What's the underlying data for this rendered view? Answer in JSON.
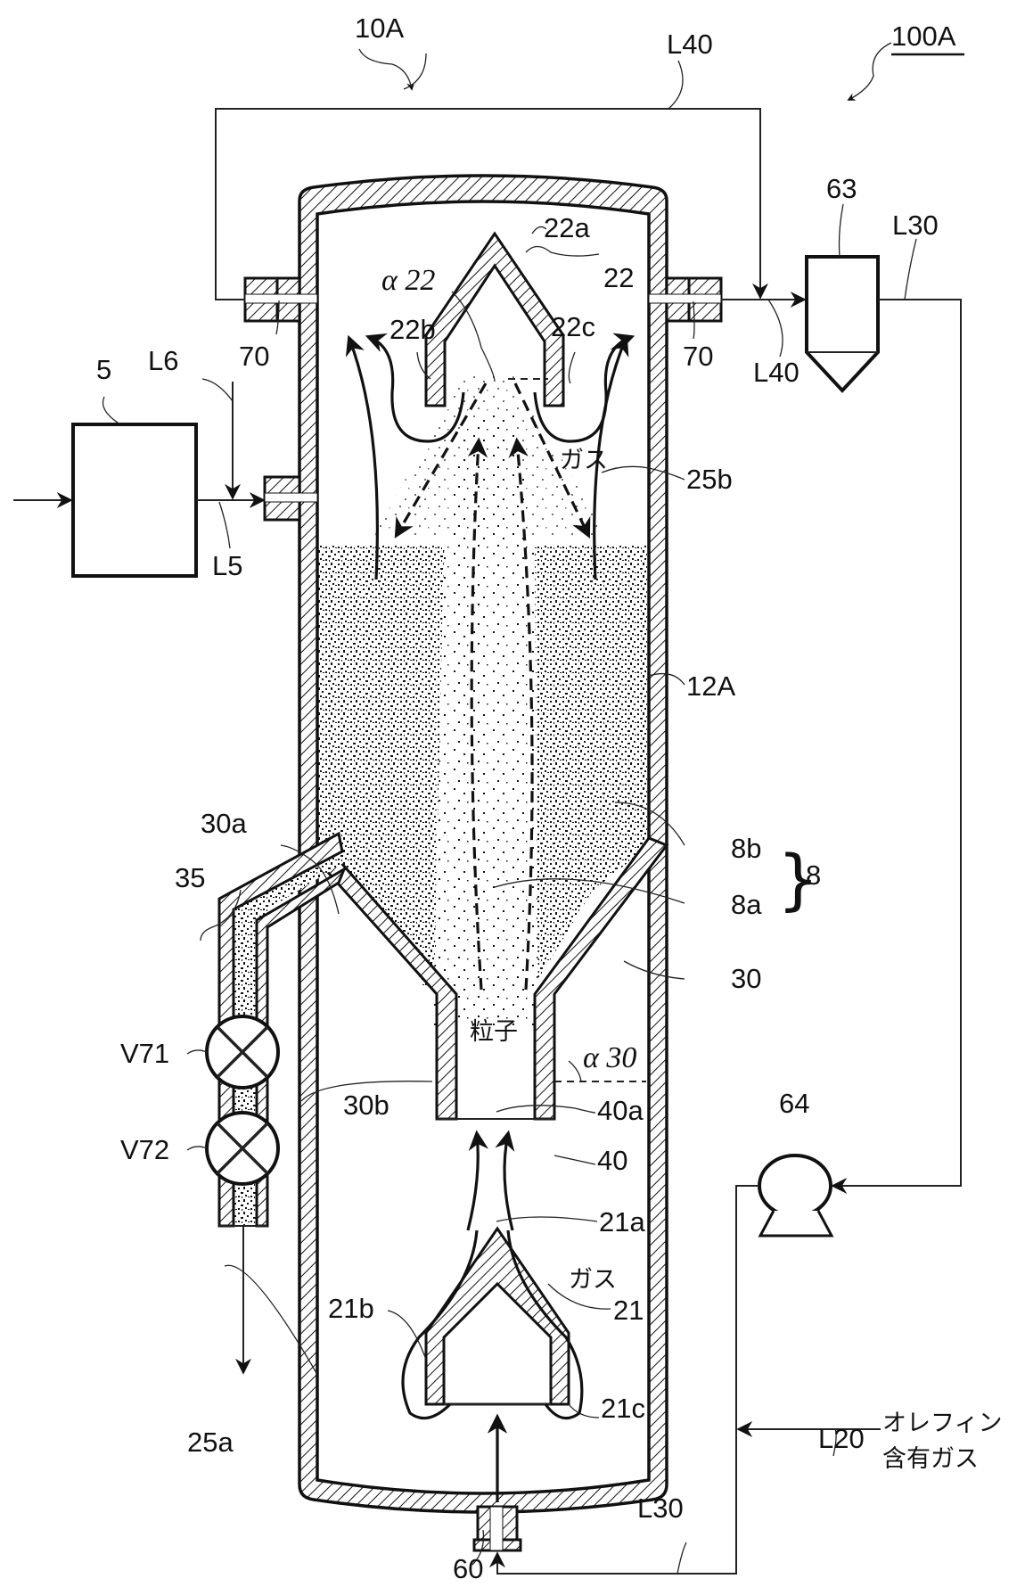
{
  "figure": {
    "system_label": "100A",
    "reactor_label": "10A",
    "vessel_label": "12A"
  },
  "equipment": {
    "feeder": "5",
    "separator": "63",
    "compressor": "64",
    "nozzle_ports": "70",
    "gas_inlet": "60",
    "discharge_pipe": "35",
    "valve_upper": "V71",
    "valve_lower": "V72"
  },
  "lines": {
    "L5": "L5",
    "L6": "L6",
    "L20": "L20",
    "L30_top": "L30",
    "L30_bottom": "L30",
    "L40_top": "L40",
    "L40_right": "L40"
  },
  "internals": {
    "deflector_upper": "22",
    "deflector_upper_apex": "22a",
    "deflector_upper_left_edge": "22b",
    "deflector_upper_right_edge": "22c",
    "deflector_upper_angle": "α 22",
    "deflector_lower": "21",
    "deflector_lower_apex": "21a",
    "deflector_lower_left_edge": "21b",
    "deflector_lower_right_edge": "21c",
    "cone": "30",
    "cone_top": "30a",
    "cone_bottom": "30b",
    "cone_angle": "α 30",
    "throat": "40",
    "throat_bore": "40a",
    "upper_space": "25b",
    "lower_space": "25a",
    "bed": "8",
    "bed_spout": "8a",
    "bed_annulus": "8b"
  },
  "annotations": {
    "gas_upper": "ガス",
    "gas_lower": "ガス",
    "particles": "粒子",
    "olefin_gas_line1": "オレフィン",
    "olefin_gas_line2": "含有ガス"
  }
}
